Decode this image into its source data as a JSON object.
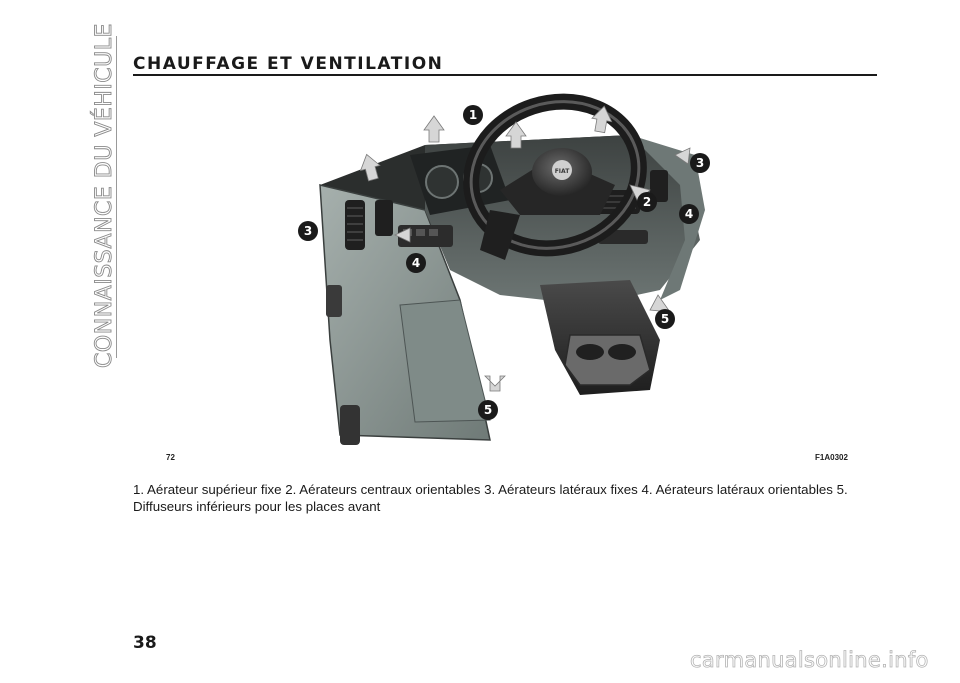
{
  "side_title": "CONNAISSANCE DU VÉHICULE",
  "section": {
    "title": "CHAUFFAGE ET VENTILATION"
  },
  "figure": {
    "number_left": "72",
    "code": "F1A0302",
    "callouts": [
      "1",
      "2",
      "3",
      "3",
      "4",
      "4",
      "5",
      "5"
    ],
    "logo_text": "FIAT",
    "colors": {
      "dashboard": "#5c6362",
      "panel_light": "#8f9a97",
      "dark": "#262626",
      "arrow": "#d6d6d6",
      "callout": "#1a1a1a"
    }
  },
  "caption": "1. Aérateur supérieur fixe 2. Aérateurs centraux orientables 3. Aérateurs latéraux fixes 4. Aérateurs latéraux orientables 5. Diffuseurs inférieurs pour les places avant",
  "page_number": "38",
  "watermark": "carmanualsonline.info"
}
